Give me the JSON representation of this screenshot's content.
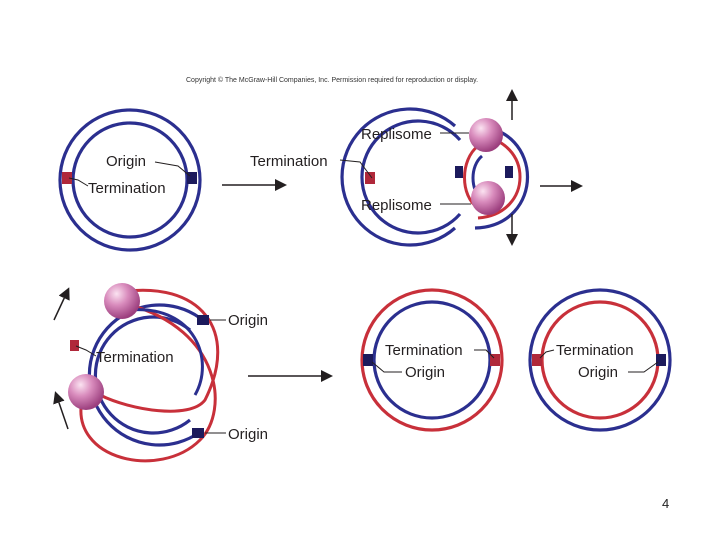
{
  "copyright": "Copyright © The McGraw-Hill Companies, Inc. Permission required for reproduction or display.",
  "labels": {
    "origin": "Origin",
    "termination": "Termination",
    "replisome": "Replisome"
  },
  "page_number": "4",
  "colors": {
    "parental_strand": "#2b2f8f",
    "new_strand": "#c8303a",
    "replisome": "#d37bb0",
    "origin_marker": "#1c1a5c",
    "termination_marker": "#b0283a",
    "arrow": "#231f20"
  }
}
